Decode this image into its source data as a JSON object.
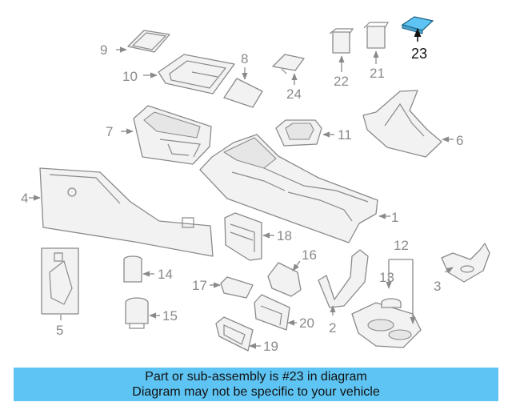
{
  "highlight_color": "#5ec4f3",
  "callouts": {
    "p1": "1",
    "p2": "2",
    "p3": "3",
    "p4": "4",
    "p5": "5",
    "p6": "6",
    "p7": "7",
    "p8": "8",
    "p9": "9",
    "p10": "10",
    "p11": "11",
    "p12": "12",
    "p13": "13",
    "p14": "14",
    "p15": "15",
    "p16": "16",
    "p17": "17",
    "p18": "18",
    "p19": "19",
    "p20": "20",
    "p21": "21",
    "p22": "22",
    "p23": "23",
    "p24": "24"
  },
  "banner": {
    "line1": "Part or sub-assembly is #23 in diagram",
    "line2": "Diagram may not be specific to your vehicle"
  }
}
